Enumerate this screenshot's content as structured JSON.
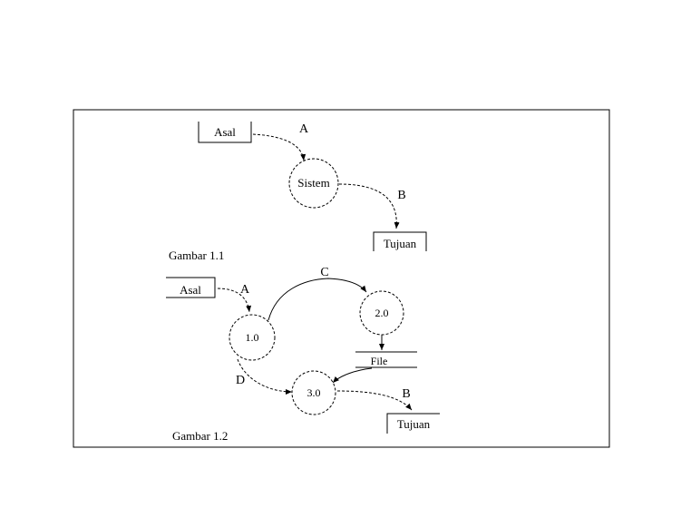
{
  "figure_1": {
    "caption": "Gambar 1.1",
    "source_entity": "Asal",
    "process": "Sistem",
    "destination_entity": "Tujuan",
    "flow_in": "A",
    "flow_out": "B"
  },
  "figure_2": {
    "caption": "Gambar 1.2",
    "source_entity": "Asal",
    "process_1": "1.0",
    "process_2": "2.0",
    "process_3": "3.0",
    "data_store": "File",
    "destination_entity": "Tujuan",
    "flow_a": "A",
    "flow_b": "B",
    "flow_c": "C",
    "flow_d": "D"
  }
}
